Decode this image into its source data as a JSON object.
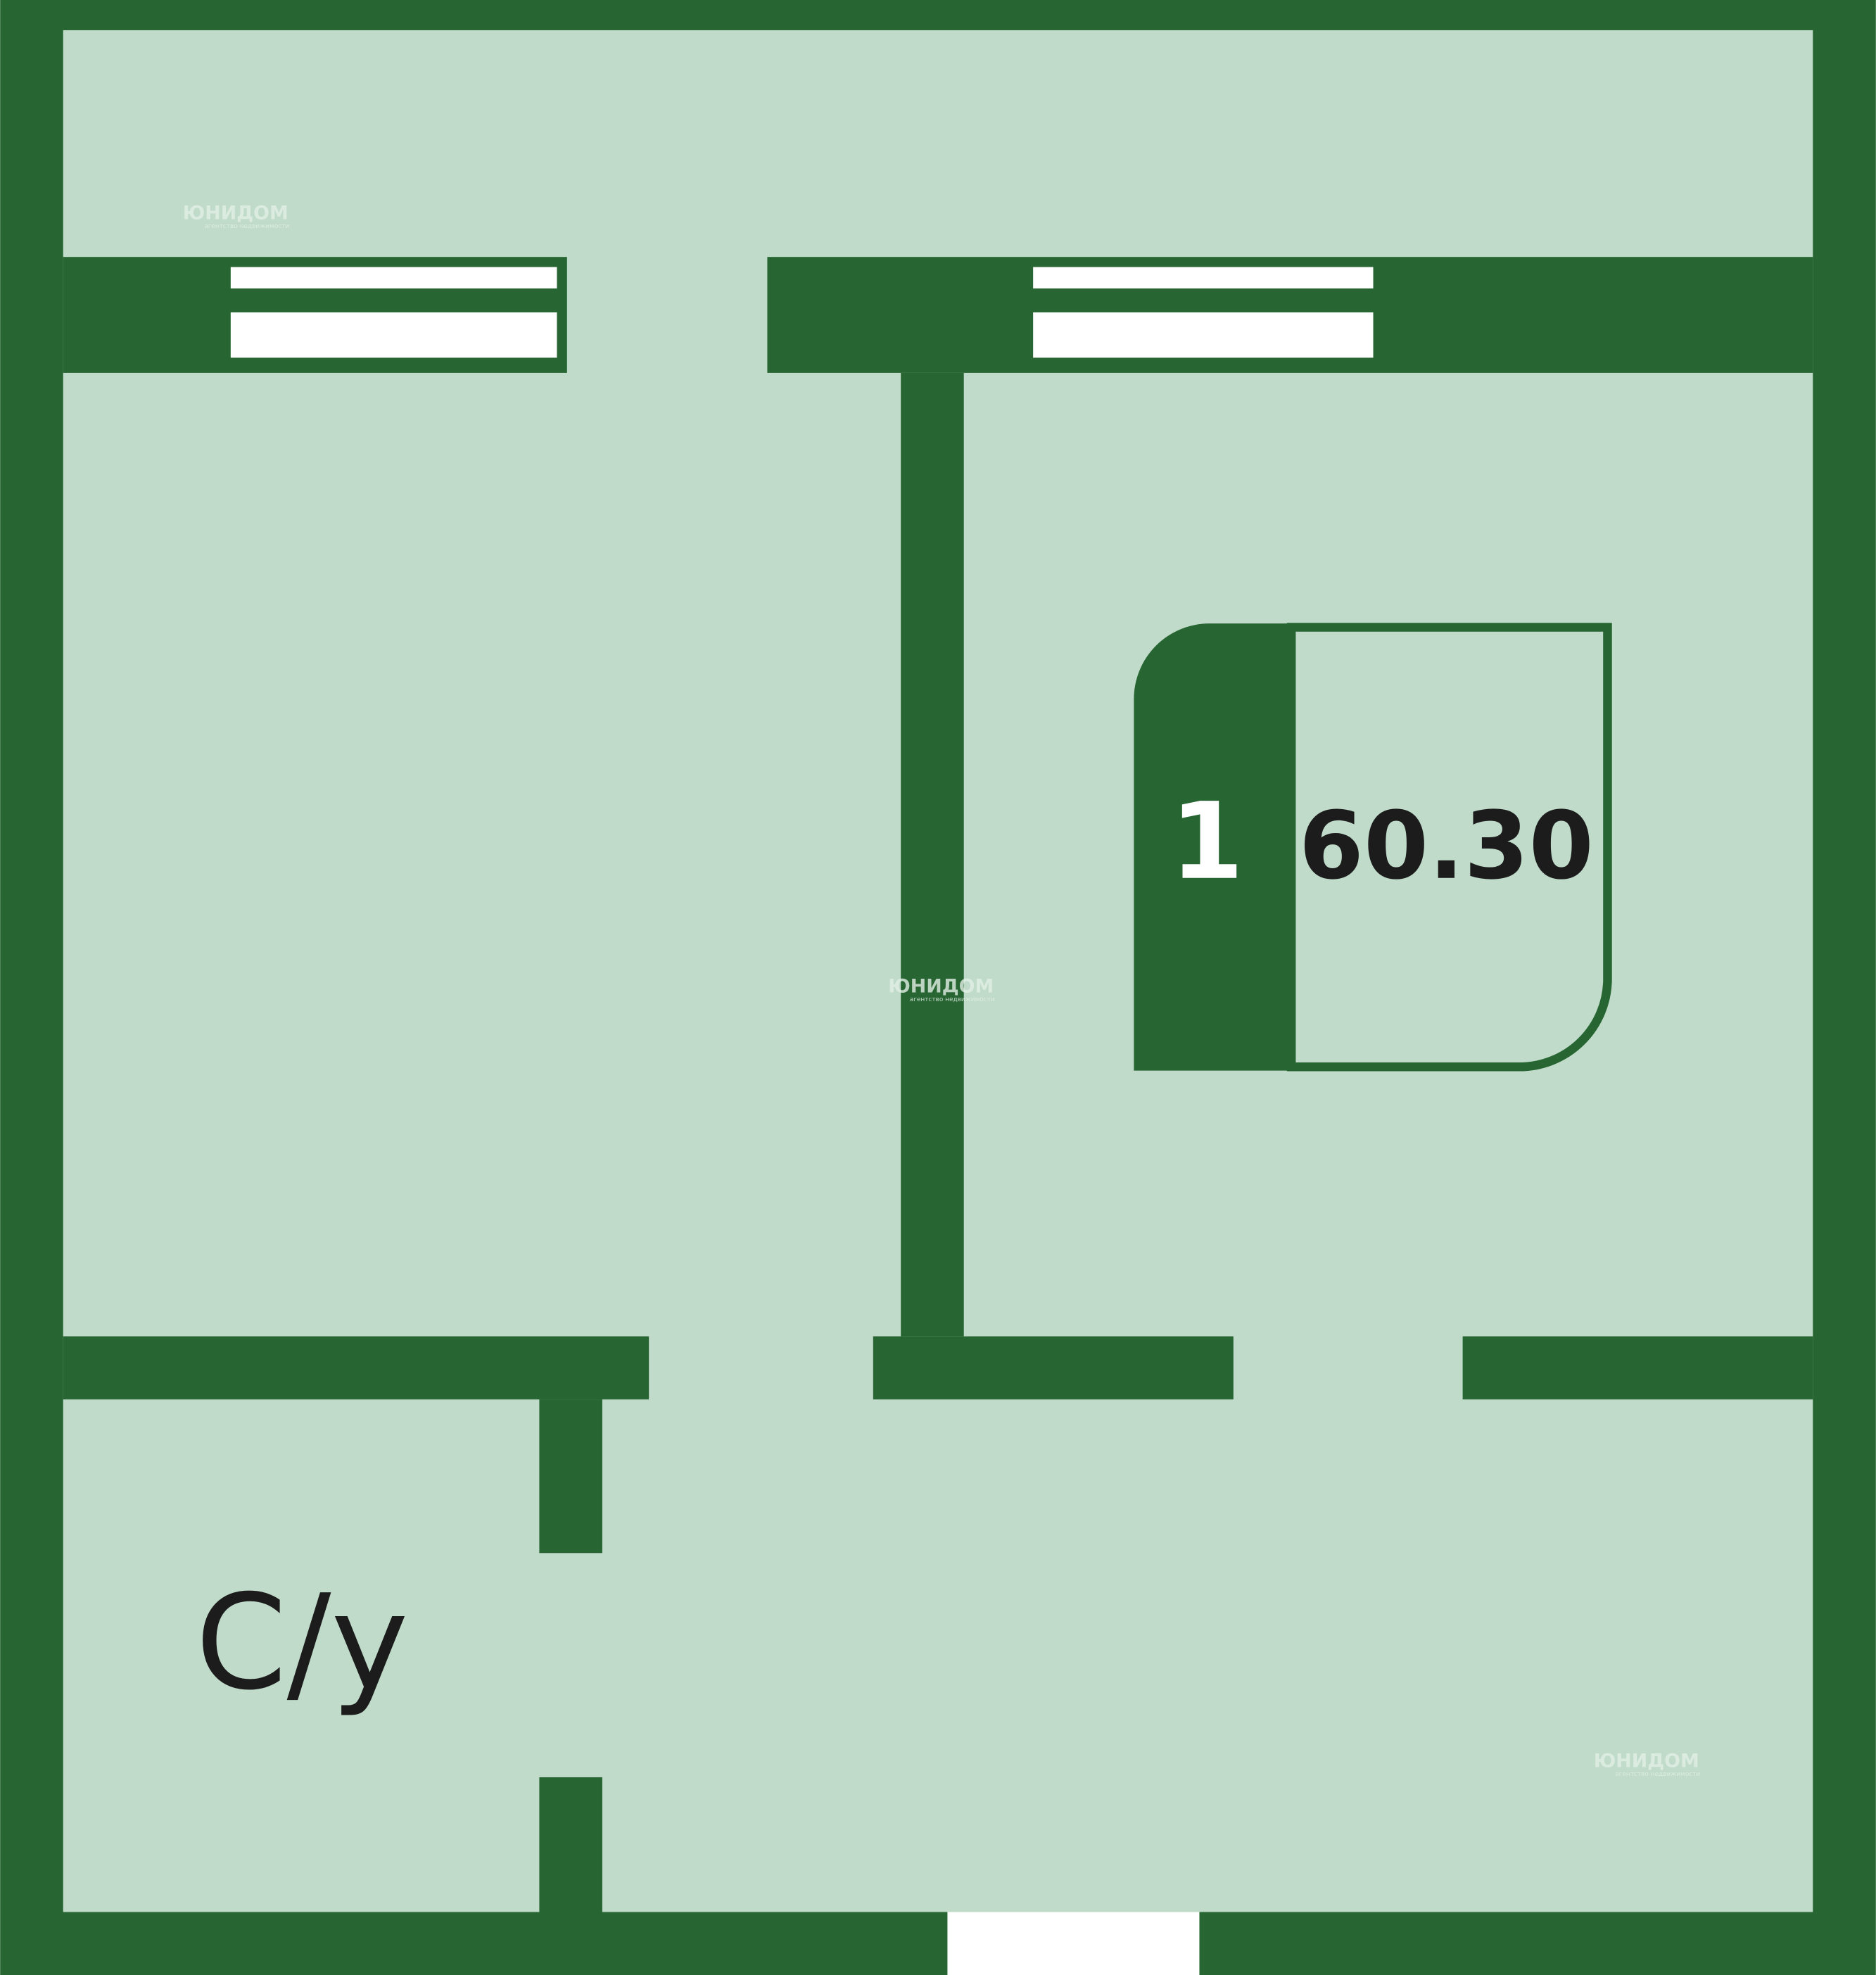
{
  "plan": {
    "rooms_count": "1",
    "area": "60.30",
    "bathroom_label": "С/у"
  },
  "watermark": {
    "brand": "ЮНИДОМ",
    "tagline": "агентство недвижимости"
  },
  "colors": {
    "wall": "#276532",
    "floor": "#c0dbca",
    "window": "#ffffff",
    "text_dark": "#1c1c1c",
    "text_light": "#ffffff"
  }
}
